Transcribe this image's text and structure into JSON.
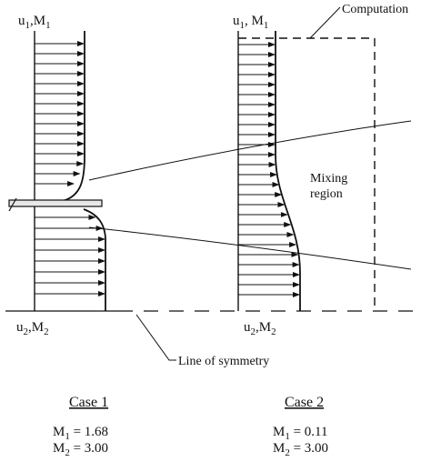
{
  "left_profile": {
    "top_label": "u",
    "top_label_sub": "1",
    "top_label_sep": ",M",
    "top_label_sub2": "1",
    "bottom_label": "u",
    "bottom_label_sub": "2",
    "bottom_label_sep": ",M",
    "bottom_label_sub2": "2"
  },
  "right_profile": {
    "top_label": "u",
    "top_label_sub": "1",
    "top_label_sep": ", M",
    "top_label_sub2": "1",
    "bottom_label": "u",
    "bottom_label_sub": "2",
    "bottom_label_sep": ",M",
    "bottom_label_sub2": "2"
  },
  "computation_label": "Computation",
  "mixing_label_1": "Mixing",
  "mixing_label_2": "region",
  "symmetry_label": "Line of symmetry",
  "case1": {
    "title": "Case 1",
    "m1_sym": "M",
    "m1_sub": "1",
    "m1_val": " = 1.68",
    "m2_sym": "M",
    "m2_sub": "2",
    "m2_val": " = 3.00"
  },
  "case2": {
    "title": "Case 2",
    "m1_sym": "M",
    "m1_sub": "1",
    "m1_val": " = 0.11",
    "m2_sym": "M",
    "m2_sub": "2",
    "m2_val": " = 3.00"
  }
}
